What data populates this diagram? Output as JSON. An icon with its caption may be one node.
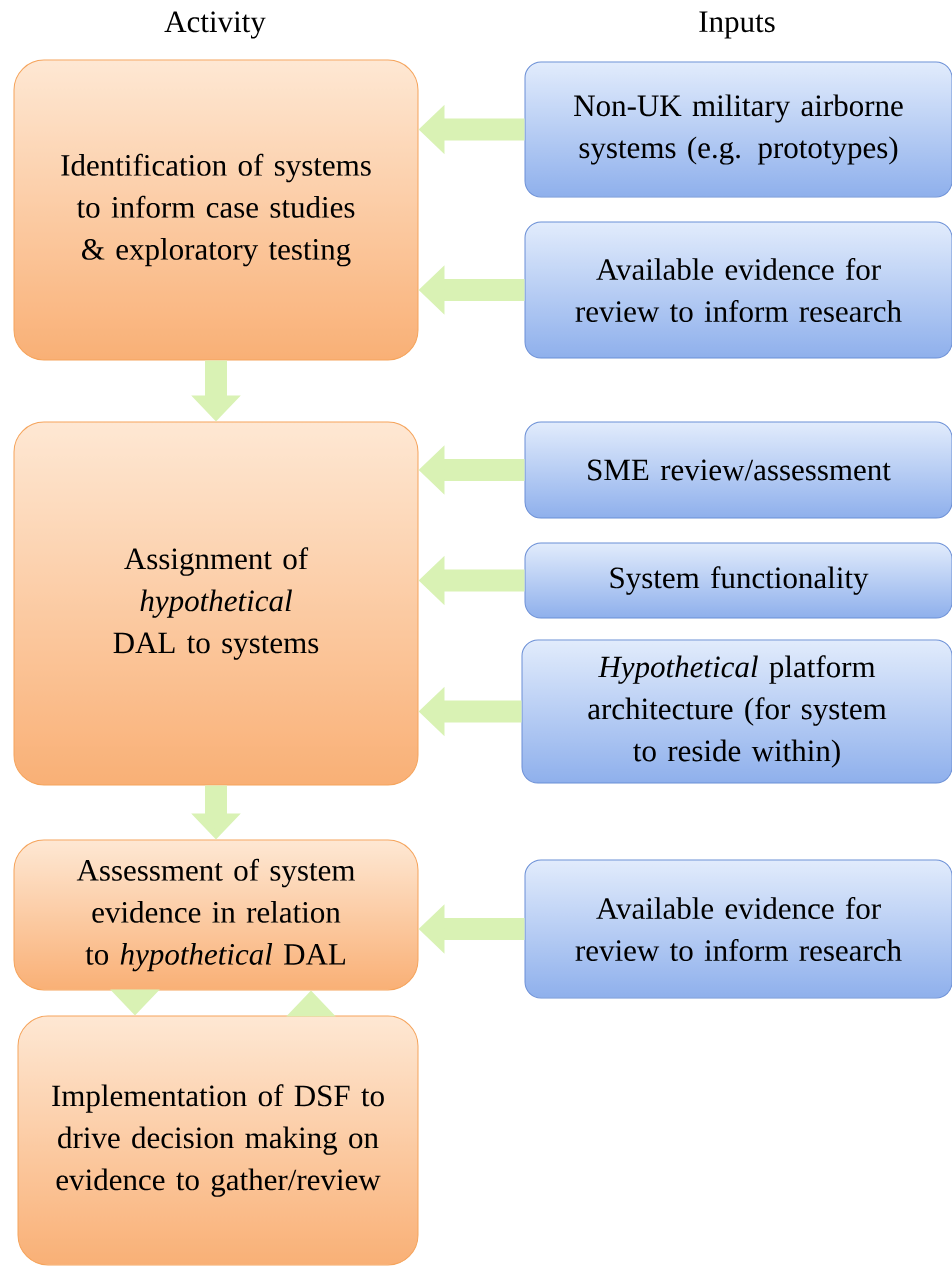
{
  "diagram": {
    "nodes": [
      {
        "text": [
          "Identification of systems to inform case studies & exploratory testing"
        ]
      },
      {
        "text": [
          "Non-UK military airborne systems (e.g. prototypes)"
        ]
      },
      {
        "text": [
          "Available evidence for review to inform research"
        ]
      },
      {
        "text": [
          "Assignment of *hypothetical* DAL to systems"
        ]
      },
      {
        "text": [
          "SME review/assessment"
        ]
      },
      {
        "text": [
          "System functionality"
        ]
      },
      {
        "text": [
          "*Hypothetical* platform architecture (for system to reside within)"
        ]
      },
      {
        "text": [
          "Assessment of system evidence in relation to *hypothetical* DAL"
        ]
      },
      {
        "text": [
          "Available evidence for review to inform research"
        ]
      },
      {
        "text": [
          "Implementation of DSF to drive decision making on evidence to gather/review"
        ]
      }
    ],
    "edges": [
      {
        "from": 1,
        "to": 0,
        "arrow": "to"
      },
      {
        "from": 2,
        "to": 0,
        "arrow": "to"
      },
      {
        "from": 0,
        "to": 3,
        "arrow": "to"
      },
      {
        "from": 4,
        "to": 3,
        "arrow": "to"
      },
      {
        "from": 5,
        "to": 3,
        "arrow": "to"
      },
      {
        "from": 6,
        "to": 3,
        "arrow": "to"
      },
      {
        "from": 3,
        "to": 7,
        "arrow": "to"
      },
      {
        "from": 8,
        "to": 7,
        "arrow": "to"
      },
      {
        "from": 7,
        "to": 9,
        "arrow": "to"
      },
      {
        "from": 9,
        "to": 7,
        "arrow": "to"
      }
    ],
    "labels": [
      "Activity",
      "Inputs"
    ]
  }
}
